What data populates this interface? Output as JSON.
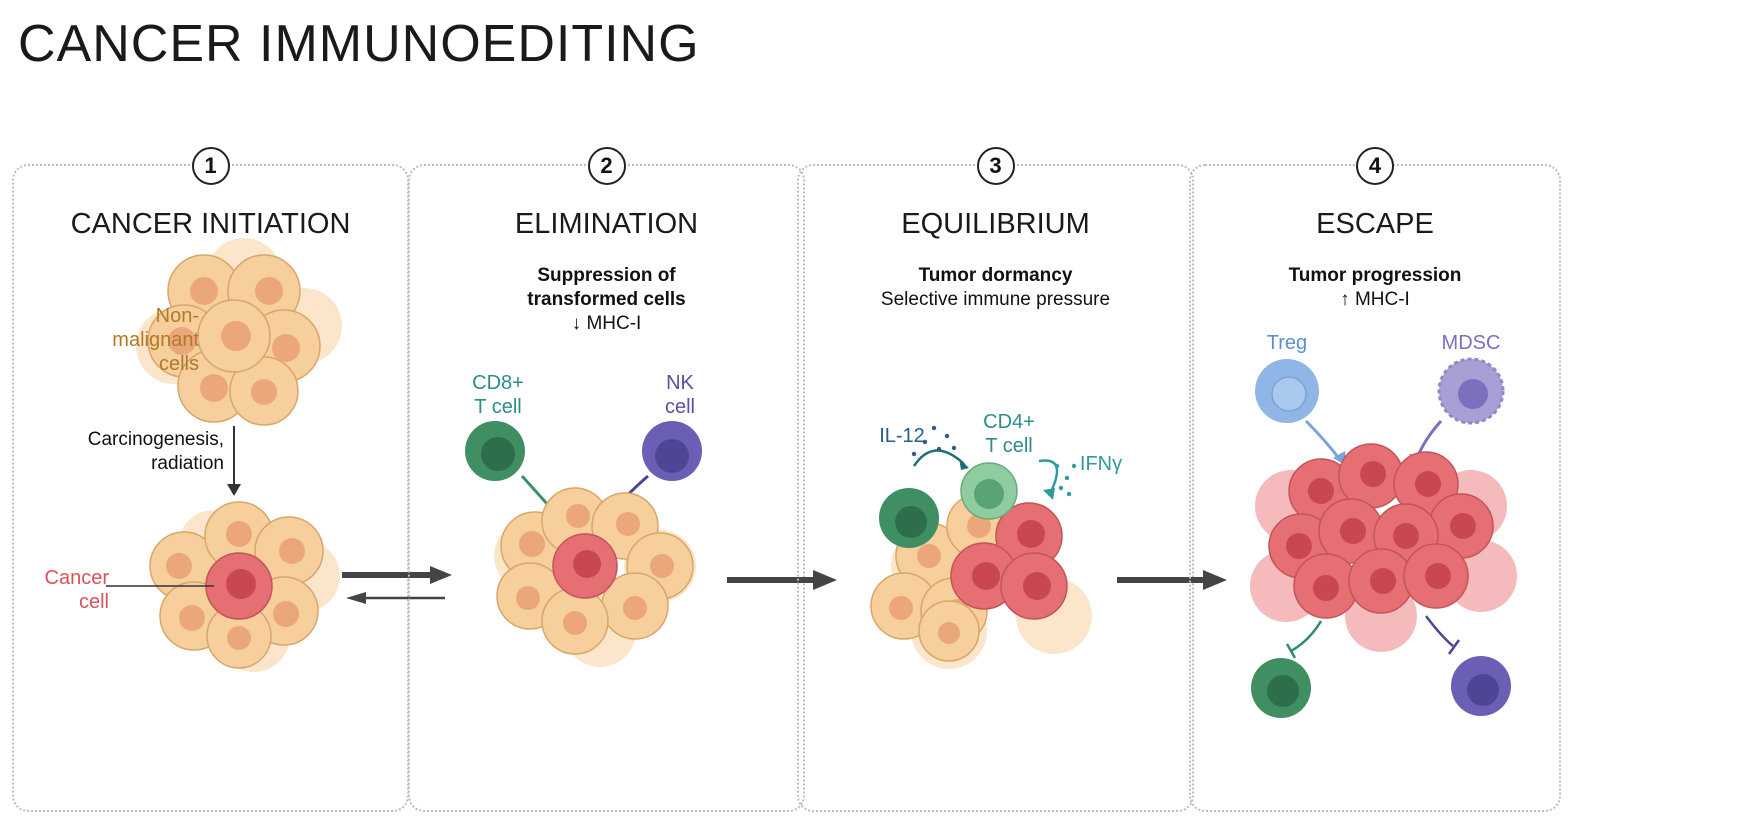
{
  "title": "CANCER IMMUNOEDITING",
  "panels": [
    {
      "number": "1",
      "stage": "CANCER INITIATION",
      "labels": {
        "non_malignant": "Non-\nmalignant\ncells",
        "process": "Carcinogenesis,\nradiation",
        "cancer_cell": "Cancer\ncell"
      }
    },
    {
      "number": "2",
      "stage": "ELIMINATION",
      "subtitle_bold_1": "Suppression of",
      "subtitle_bold_2": "transformed cells",
      "subtitle_plain": "↓ MHC-I",
      "labels": {
        "cd8": "CD8+\nT cell",
        "nk": "NK\ncell"
      }
    },
    {
      "number": "3",
      "stage": "EQUILIBRIUM",
      "subtitle_bold_1": "Tumor dormancy",
      "subtitle_plain": "Selective immune pressure",
      "labels": {
        "il12": "IL-12",
        "cd4": "CD4+\nT cell",
        "ifng": "IFNγ"
      }
    },
    {
      "number": "4",
      "stage": "ESCAPE",
      "subtitle_bold_1": "Tumor progression",
      "subtitle_plain": "↑ MHC-I",
      "labels": {
        "treg": "Treg",
        "mdsc": "MDSC"
      }
    }
  ],
  "colors": {
    "normal_cell": "#f6cf9c",
    "normal_nucleus": "#eba77a",
    "cancer_cell": "#e56f72",
    "cancer_nucleus": "#c9484f",
    "cd8": "#3f8f63",
    "nk": "#6a5fb5",
    "treg": "#8fb6e6",
    "mdsc": "#a89fd4",
    "teal_text": "#2e8c8c",
    "orange_text": "#b07a2a",
    "red_text": "#d9525a",
    "purple_text": "#5a4fa3"
  }
}
